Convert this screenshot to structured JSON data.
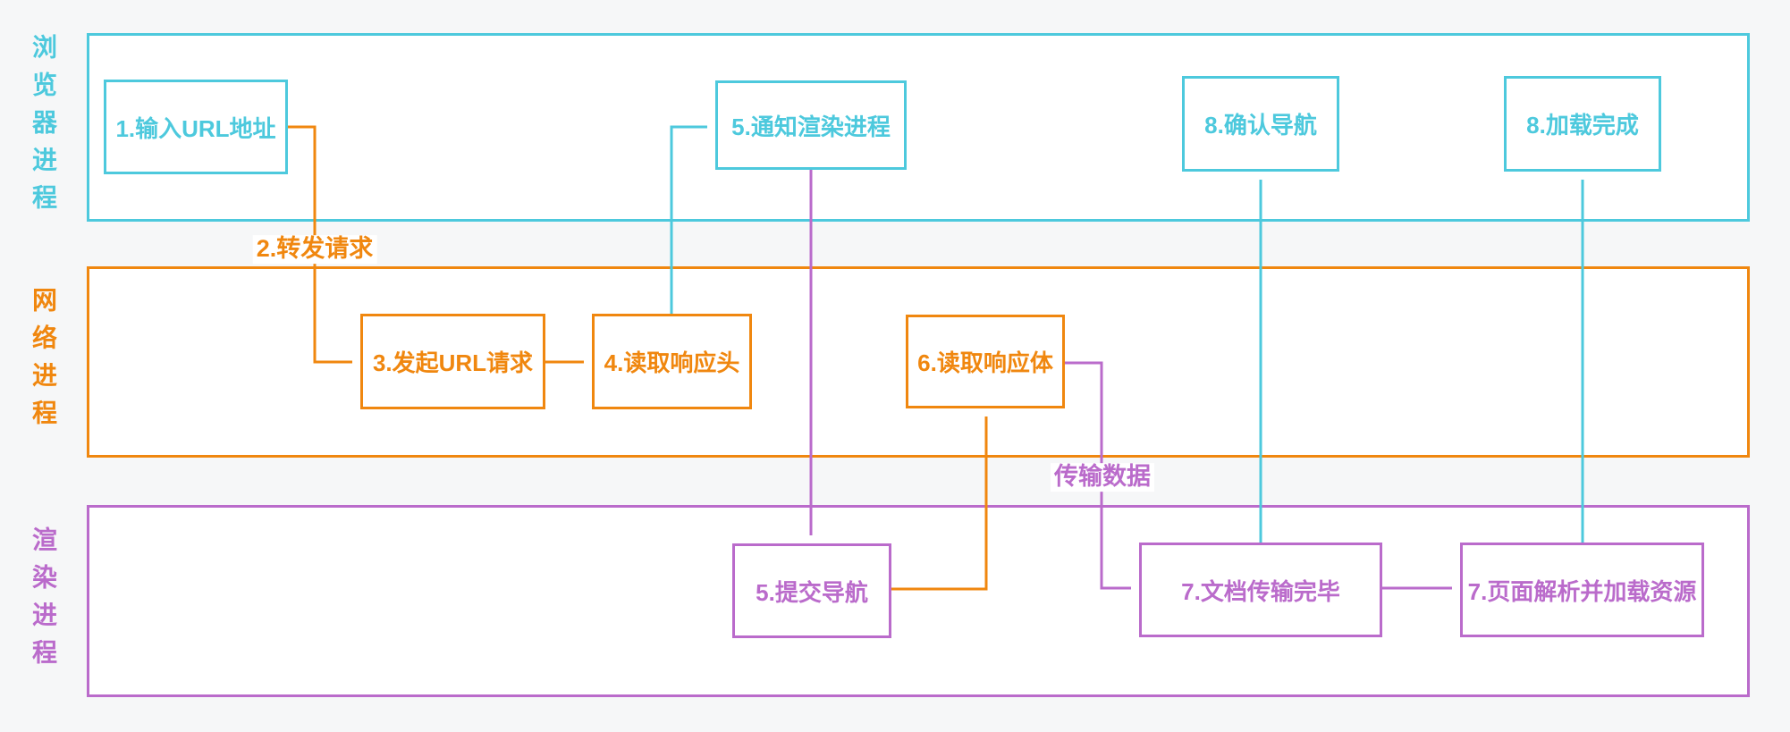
{
  "colors": {
    "cyan": "#4DC9DD",
    "orange": "#F0870F",
    "purple": "#BA6BCB",
    "canvas_background": "#F6F7F8",
    "lane_background": "#FFFFFF"
  },
  "lanes": [
    {
      "id": "browser-process",
      "label": "浏览器进程",
      "color": "#4DC9DD"
    },
    {
      "id": "network-process",
      "label": "网络进程",
      "color": "#F0870F"
    },
    {
      "id": "render-process",
      "label": "渲染进程",
      "color": "#BA6BCB"
    }
  ],
  "nodes": [
    {
      "id": "input-url",
      "lane": "browser-process",
      "label": "1.输入URL地址"
    },
    {
      "id": "notify-render",
      "lane": "browser-process",
      "label": "5.通知渲染进程"
    },
    {
      "id": "confirm-nav",
      "lane": "browser-process",
      "label": "8.确认导航"
    },
    {
      "id": "load-complete",
      "lane": "browser-process",
      "label": "8.加载完成"
    },
    {
      "id": "start-request",
      "lane": "network-process",
      "label": "3.发起URL请求"
    },
    {
      "id": "read-headers",
      "lane": "network-process",
      "label": "4.读取响应头"
    },
    {
      "id": "read-body",
      "lane": "network-process",
      "label": "6.读取响应体"
    },
    {
      "id": "commit-nav",
      "lane": "render-process",
      "label": "5.提交导航"
    },
    {
      "id": "doc-done",
      "lane": "render-process",
      "label": "7.文档传输完毕"
    },
    {
      "id": "parse-load",
      "lane": "render-process",
      "label": "7.页面解析并加载资源"
    }
  ],
  "edge_labels": [
    {
      "id": "forward-request",
      "label": "2.转发请求"
    },
    {
      "id": "transfer-data",
      "label": "传输数据"
    }
  ]
}
